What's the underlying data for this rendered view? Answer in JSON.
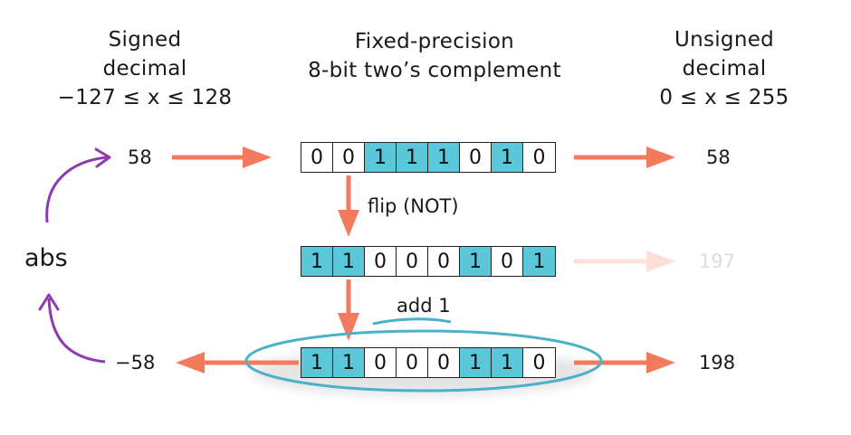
{
  "headers": {
    "left": {
      "lines": [
        "Signed",
        "decimal",
        "−127 ≤ x ≤ 128"
      ]
    },
    "mid": {
      "lines": [
        "Fixed-precision",
        "8-bit two’s complement"
      ]
    },
    "right": {
      "lines": [
        "Unsigned",
        "decimal",
        "0 ≤ x ≤ 255"
      ]
    }
  },
  "rows": [
    {
      "signed": "58",
      "bits": [
        0,
        0,
        1,
        1,
        1,
        0,
        1,
        0
      ],
      "unsigned": "58"
    },
    {
      "bits": [
        1,
        1,
        0,
        0,
        0,
        1,
        0,
        1
      ],
      "unsigned": "197"
    },
    {
      "signed": "−58",
      "bits": [
        1,
        1,
        0,
        0,
        0,
        1,
        1,
        0
      ],
      "unsigned": "198"
    }
  ],
  "step_labels": {
    "flip": "flip (NOT)",
    "add": "add 1",
    "abs": "abs"
  },
  "colors": {
    "arrow": "#f47a5e",
    "arrow_faded": "#fbe0da",
    "bit_one": "#5ac8d8",
    "abs_curve": "#8e3bb0",
    "highlight_ellipse": "#4bb0c8"
  }
}
